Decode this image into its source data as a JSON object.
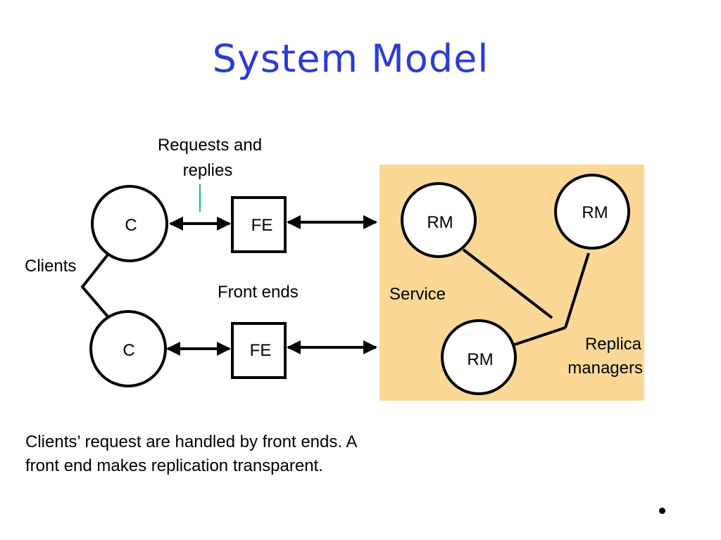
{
  "slide": {
    "title": "System Model",
    "caption": {
      "line1": "Clients’ request are handled by front ends. A",
      "line2": "front end makes replication transparent."
    }
  },
  "diagram": {
    "annotation": {
      "line1": "Requests and",
      "line2": "replies"
    },
    "clients_label": "Clients",
    "front_ends_label": "Front ends",
    "service_label": "Service",
    "replica_label": {
      "line1": "Replica",
      "line2": "managers"
    },
    "clients": [
      {
        "label": "C"
      },
      {
        "label": "C"
      }
    ],
    "front_ends": [
      {
        "label": "FE"
      },
      {
        "label": "FE"
      }
    ],
    "replica_managers": [
      {
        "label": "RM"
      },
      {
        "label": "RM"
      },
      {
        "label": "RM"
      }
    ],
    "colors": {
      "title": "#2b3bd6",
      "service_area": "#fcd896",
      "annotation_tick": "#1ab394",
      "stroke": "#000000"
    }
  }
}
